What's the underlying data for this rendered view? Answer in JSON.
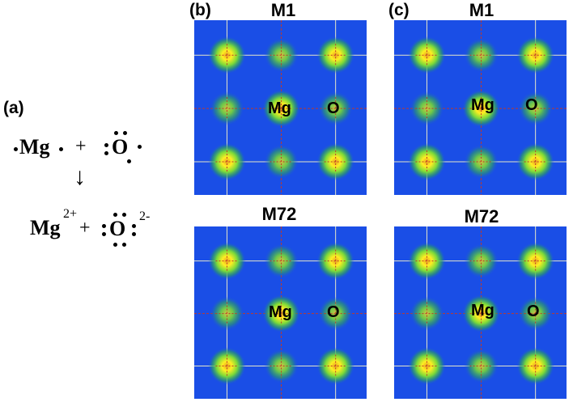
{
  "panels": {
    "a": {
      "letter": "(a)"
    },
    "b": {
      "letter": "(b)"
    },
    "c": {
      "letter": "(c)"
    }
  },
  "titles": {
    "top": "M1",
    "bottom": "M72"
  },
  "atoms": {
    "mg": "Mg",
    "o": "O"
  },
  "equation": {
    "mg": "Mg",
    "o": "O",
    "plus": "+",
    "arrow": "↓",
    "mg_charge": "2+",
    "o_charge": "2-"
  },
  "colors": {
    "background_blue": "#1a4ee6",
    "atom_core": "#e8a020",
    "atom_glow": "#ffee22",
    "grid_red": "#c0392b",
    "grid_light": "#e6e6c8"
  }
}
